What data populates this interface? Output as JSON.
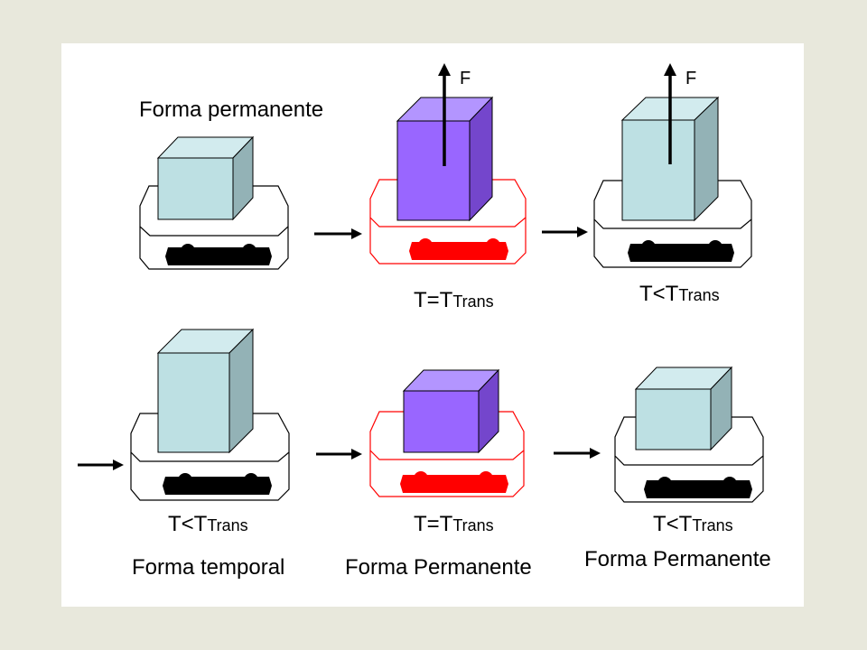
{
  "labels": {
    "permanent_shape_top": "Forma permanente",
    "force_1": "F",
    "force_2": "F",
    "temp_top_mid": {
      "main": "T=T",
      "sub": "Trans"
    },
    "temp_top_right": {
      "main": "T<T",
      "sub": "Trans"
    },
    "temp_bot_left": {
      "main": "T<T",
      "sub": "Trans"
    },
    "temp_bot_mid": {
      "main": "T=T",
      "sub": "Trans"
    },
    "temp_bot_right": {
      "main": "T<T",
      "sub": "Trans"
    },
    "caption_bot_left": "Forma temporal",
    "caption_bot_mid": "Forma Permanente",
    "caption_bot_right": "Forma Permanente"
  },
  "colors": {
    "cube_light_front": "#bde0e3",
    "cube_light_top": "#d2ebee",
    "cube_light_side": "#93b2b6",
    "cube_purple_front": "#9966ff",
    "cube_purple_top": "#b395ff",
    "cube_purple_side": "#7446cc",
    "stage_cold": "#000000",
    "stage_hot": "#ff0000"
  }
}
